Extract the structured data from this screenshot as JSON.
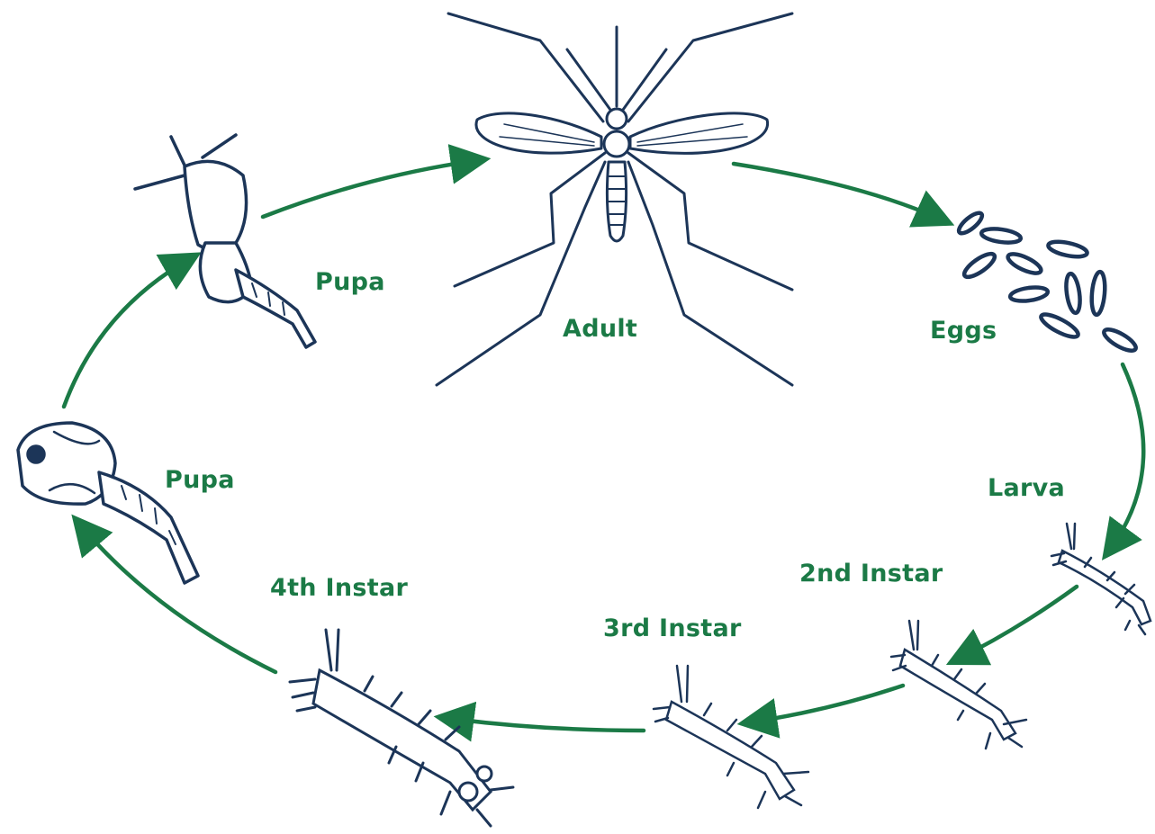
{
  "colors": {
    "label": "#1b7a46",
    "arrow": "#1b7a46",
    "ink": "#1c3558"
  },
  "stages": {
    "adult": "Adult",
    "eggs": "Eggs",
    "larva": "Larva",
    "second_instar": "2nd Instar",
    "third_instar": "3rd Instar",
    "fourth_instar": "4th Instar",
    "pupa_upper": "Pupa",
    "pupa_lower": "Pupa"
  },
  "icons": {
    "adult": "mosquito-adult-icon",
    "eggs": "egg-cluster-icon",
    "larva": "larva-icon",
    "pupa": "pupa-icon"
  }
}
